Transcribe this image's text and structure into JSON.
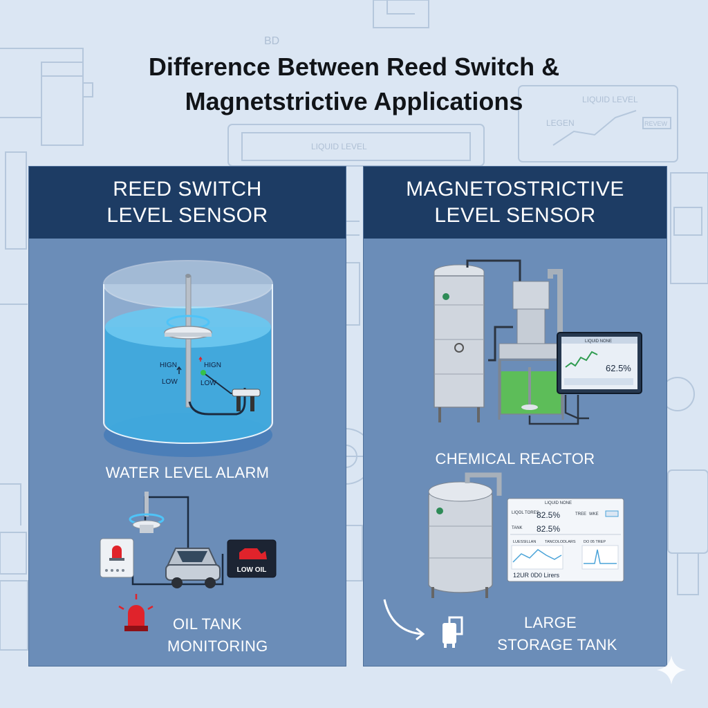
{
  "title": {
    "line1": "Difference Between Reed Switch &",
    "line2": "Magnetstrictive Applications"
  },
  "background_labels": {
    "liquid_level_1": "LIQUID LEVEL",
    "liquid_level_2": "LIQUID LEVEL",
    "bd": "BD",
    "legend": "LEGEN",
    "review": "REVEW"
  },
  "left_panel": {
    "heading_line1": "REED SWITCH",
    "heading_line2": "LEVEL SENSOR",
    "tank_labels": {
      "high_left": "HIGN",
      "low_left": "LOW",
      "high_right": "HIGN",
      "low_right": "LOW"
    },
    "caption_water": "WATER LEVEL ALARM",
    "low_oil_label": "LOW OIL",
    "caption_oil_line1": "OIL TANK",
    "caption_oil_line2": "MONITORING"
  },
  "right_panel": {
    "heading_line1": "MAGNETOSTRICTIVE",
    "heading_line2": "LEVEL SENSOR",
    "reactor_screen": {
      "title": "LIQUID NONE",
      "value": "62.5%"
    },
    "caption_reactor": "CHEMICAL REACTOR",
    "storage_screen": {
      "title": "LIQUID NONE",
      "row1_label": "LIQOL TORES",
      "row1_value": "82.5%",
      "row2_label": "TANK",
      "row2_value": "82.5%",
      "tag1": "TREE",
      "tag2": "WKE",
      "chart_label1": "LUESSILLAN",
      "chart_label2": "TANCOLODLARS",
      "chart_label3": "DO 05 TREP",
      "footer": "12UR 0D0 Lirers"
    },
    "caption_storage_line1": "LARGE",
    "caption_storage_line2": "STORAGE TANK"
  },
  "colors": {
    "background": "#dbe6f3",
    "panel": "#6b8db8",
    "panel_header": "#1d3c64",
    "water": "#3aa7de",
    "reactor_liquid": "#5cc24f",
    "alarm_red": "#e0232b"
  }
}
